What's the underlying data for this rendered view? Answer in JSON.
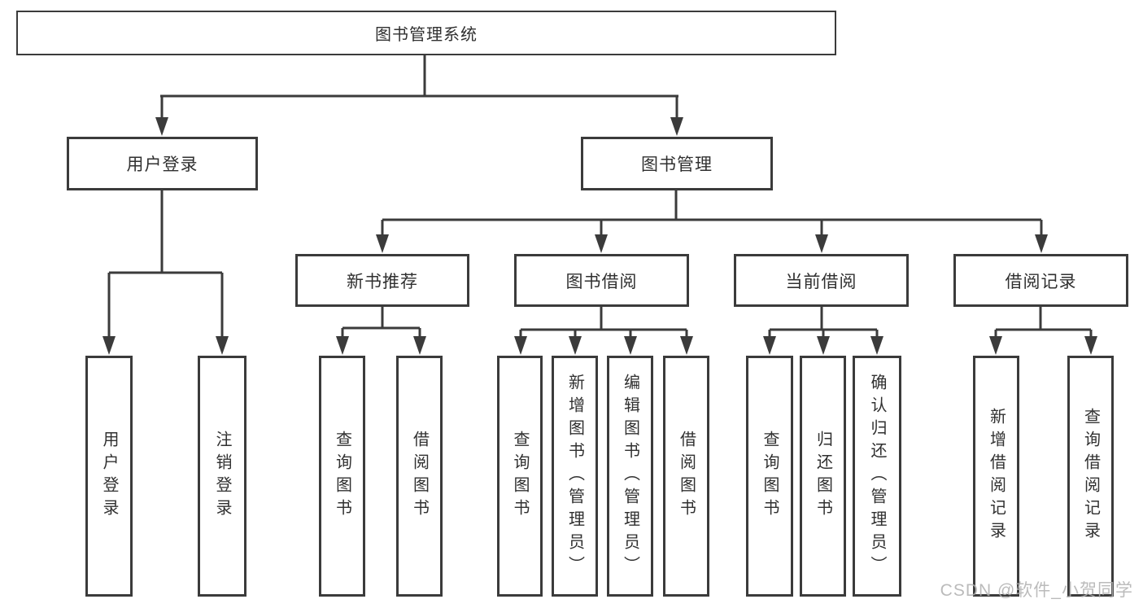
{
  "diagram": {
    "root": "图书管理系统",
    "branches": [
      {
        "label": "用户登录",
        "children": [
          "用户登录",
          "注销登录"
        ]
      },
      {
        "label": "图书管理",
        "groups": [
          {
            "label": "新书推荐",
            "children": [
              "查询图书",
              "借阅图书"
            ]
          },
          {
            "label": "图书借阅",
            "children": [
              "查询图书",
              "新增图书（管理员）",
              "编辑图书（管理员）",
              "借阅图书"
            ]
          },
          {
            "label": "当前借阅",
            "children": [
              "查询图书",
              "归还图书",
              "确认归还（管理员）"
            ]
          },
          {
            "label": "借阅记录",
            "children": [
              "新增借阅记录",
              "查询借阅记录"
            ]
          }
        ]
      }
    ]
  },
  "watermark": "CSDN @软件_小贺同学",
  "colors": {
    "line": "#3b3b3b",
    "text": "#303030",
    "box_background": "#ffffff",
    "page_background": "#ffffff",
    "watermark": "#b0b0b0"
  }
}
